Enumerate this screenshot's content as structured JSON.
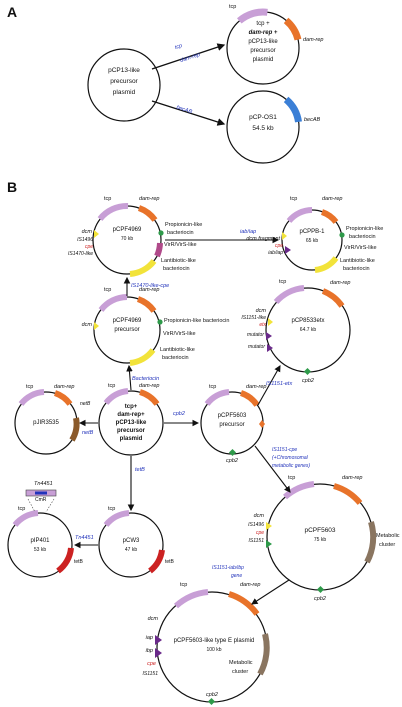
{
  "panels": {
    "a": "A",
    "b": "B"
  },
  "colors": {
    "tcp": "#c89fd6",
    "dam_rep": "#e8732a",
    "bec": "#3b7fd6",
    "yellow": "#f2e33a",
    "green": "#2e9a4a",
    "red": "#cc2222",
    "brown": "#8b5a2b",
    "metabolic": "#8a7560",
    "purple": "#6a2a8a",
    "link": "#2233bb"
  },
  "a": {
    "precursor": [
      "pCP13-like",
      "precursor",
      "plasmid"
    ],
    "edge_tcp": "tcp",
    "edge_damrep": "dam-rep",
    "edge_becab": "becAB",
    "top": {
      "tcp": "tcp",
      "l1": "tcp +",
      "l2": "dam-rep +",
      "l3": "pCP13-like",
      "l4": "precursor",
      "l5": "plasmid",
      "gene": "dam-rep"
    },
    "bottom": {
      "l1": "pCP-OS1",
      "l2": "54.5 kb",
      "gene": "becAB"
    }
  },
  "b": {
    "pcpf4969": {
      "name": "pCPF4969",
      "size": "70 kb",
      "tcp": "tcp",
      "damrep": "dam-rep",
      "dcm": "dcm",
      "is1496": "IS1496",
      "cpe": "cpe",
      "is1470": "IS1470-like",
      "prop": "Propionicin-like",
      "bact": "bacteriocin",
      "vir": "VirR/VirS-like",
      "lanti1": "Lantibiotic-like",
      "lanti2": "bacteriocin"
    },
    "edge_iab": "iab/iap",
    "pcpp8": {
      "name": "pCPPB-1",
      "size": "65 kb",
      "tcp": "tcp",
      "damrep": "dam-rep",
      "dcm": "dcm fragment",
      "cpe": "cpe",
      "iab": "iab/iap",
      "prop": "Propionicin-like",
      "bact": "bacteriocin",
      "vir": "VirR/VirS-like",
      "lanti1": "Lantibiotic-like",
      "lanti2": "bacteriocin"
    },
    "edge_is1470cpe": "IS1470-like-cpe",
    "pre4969": {
      "l1": "pCPF4969",
      "l2": "precursor",
      "tcp": "tcp",
      "damrep": "dam-rep",
      "dcm": "dcm",
      "prop": "Propionicin-like bacteriocin",
      "vir": "VirR/VirS-like",
      "lanti1": "Lantibiotic-like",
      "lanti2": "bacteriocin"
    },
    "pcp8533": {
      "name": "pCP8533etx",
      "size": "64.7 kb",
      "tcp": "tcp",
      "damrep": "dam-rep",
      "dcm": "dcm",
      "is1151": "IS1151-like",
      "etx": "etx",
      "mut1": "mutator",
      "mut2": "mutator",
      "cpb2": "cpb2"
    },
    "edge_bacteriocin": "Bacteriocin",
    "edge_is1151etx": "IS1151-etx",
    "center": {
      "l1": "tcp+",
      "l2": "dam-rep+",
      "l3": "pCP13-like",
      "l4": "precursor",
      "l5": "plasmid",
      "tcp": "tcp",
      "damrep": "dam-rep"
    },
    "pjir3535": {
      "name": "pJIR3535",
      "tcp": "tcp",
      "damrep": "dam-rep",
      "netb": "netB"
    },
    "edge_netb": "netB",
    "edge_cpb2": "cpb2",
    "pre5603": {
      "l1": "pCPF5603",
      "l2": "precursor",
      "tcp": "tcp",
      "damrep": "dam-rep",
      "cpb2": "cpb2"
    },
    "edge_tetb": "tetB",
    "edge_is1151cpe": [
      "IS1151-cpe",
      "(+Chromosomal",
      "metabolic genes)"
    ],
    "tn4451": {
      "name": "Tn4451",
      "cm": "CmR"
    },
    "edge_tn4451": "Tn4451",
    "pip401": {
      "name": "pIP401",
      "size": "53 kb",
      "tcp": "tcp",
      "tet": "tetB"
    },
    "pcw3": {
      "name": "pCW3",
      "size": "47 kb",
      "tcp": "tcp",
      "tet": "tetB"
    },
    "pcpf5603": {
      "name": "pCPF5603",
      "size": "75 kb",
      "tcp": "tcp",
      "damrep": "dam-rep",
      "dcm": "dcm",
      "is1496": "IS1496",
      "cpe": "cpe",
      "is1151": "IS1151",
      "metab1": "Metabolic",
      "metab2": "cluster",
      "cpb2": "cpb2"
    },
    "edge_is1151iab": [
      "IS1151-iab/ibp",
      "gene"
    ],
    "typee": {
      "name": "pCPF5603-like type E plasmid",
      "size": "100 kb",
      "tcp": "tcp",
      "damrep": "dam-rep",
      "dcm": "dcm",
      "iap": "iap",
      "ibp": "ibp",
      "cpe": "cpe",
      "is1151": "IS1151",
      "metab1": "Metabolic",
      "metab2": "cluster",
      "cpb2": "cpb2"
    }
  }
}
